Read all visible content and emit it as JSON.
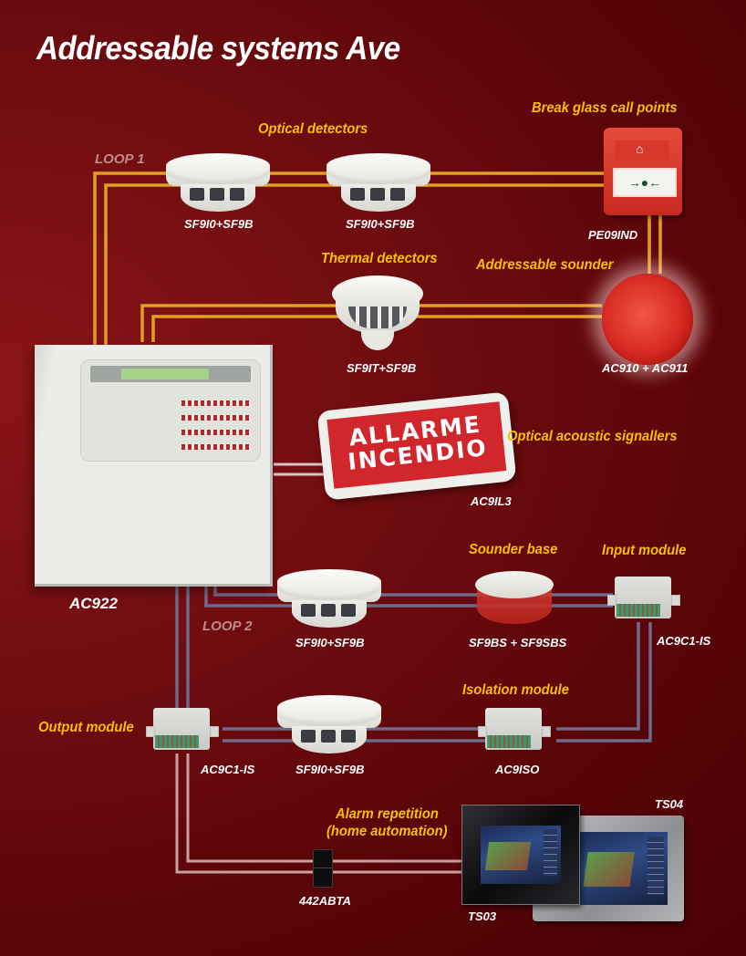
{
  "title": "Addressable systems Ave",
  "colors": {
    "background": "#6e0c10",
    "category_label": "#f7c000",
    "loop1_wire": "#e0a020",
    "loop2_wire": "#6e6a8a",
    "repetition_wire": "#c9a0a0",
    "signaller_wire": "#d8c4c4"
  },
  "loops": [
    {
      "label": "LOOP 1"
    },
    {
      "label": "LOOP 2"
    }
  ],
  "categories": {
    "optical_detectors": "Optical detectors",
    "break_glass": "Break glass call points",
    "thermal_detectors": "Thermal detectors",
    "addressable_sounder": "Addressable sounder",
    "optical_acoustic": "Optical acoustic signallers",
    "sounder_base": "Sounder base",
    "input_module": "Input module",
    "isolation_module": "Isolation module",
    "output_module": "Output module",
    "alarm_repetition_line1": "Alarm repetition",
    "alarm_repetition_line2": "(home automation)"
  },
  "devices": {
    "optical_detector_1": "SF9I0+SF9B",
    "optical_detector_2": "SF9I0+SF9B",
    "break_glass": "PE09IND",
    "thermal_detector": "SF9IT+SF9B",
    "sounder": "AC910 + AC911",
    "panel": "AC922",
    "signaller": "AC9IL3",
    "signaller_text_1": "ALLARME",
    "signaller_text_2": "INCENDIO",
    "loop2_detector_1": "SF9I0+SF9B",
    "sounder_base": "SF9BS + SF9SBS",
    "input_module": "AC9C1-IS",
    "output_module": "AC9C1-IS",
    "loop2_detector_2": "SF9I0+SF9B",
    "isolation_module": "AC9ISO",
    "relay": "442ABTA",
    "touch_screen_1": "TS03",
    "touch_screen_2": "TS04"
  },
  "break_glass_symbol": "→●←"
}
